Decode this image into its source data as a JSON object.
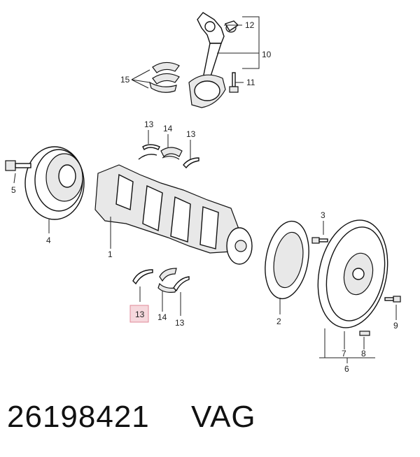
{
  "callouts": {
    "c1": "1",
    "c2": "2",
    "c3": "3",
    "c4": "4",
    "c5": "5",
    "c6": "6",
    "c7": "7",
    "c8": "8",
    "c9": "9",
    "c10": "10",
    "c11": "11",
    "c12": "12",
    "c13a": "13",
    "c13b": "13",
    "c13c": "13",
    "c13d": "13",
    "c14a": "14",
    "c14b": "14",
    "c15": "15"
  },
  "highlighted_callout": "13",
  "highlight_color": "#f6d8dd",
  "part_number": "26198421",
  "brand": "VAG"
}
